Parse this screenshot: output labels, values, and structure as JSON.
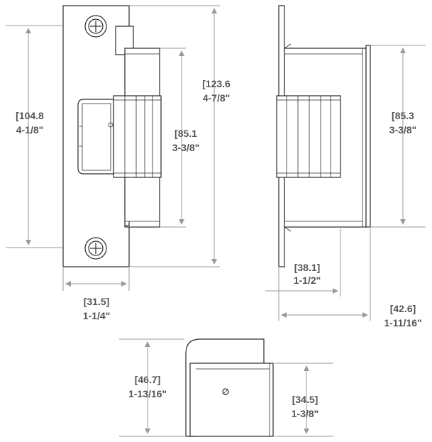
{
  "views": {
    "front": {
      "overall_height": {
        "mm": "[104.8",
        "in": "4-1/8\""
      },
      "plate_height": {
        "mm": "[123.6",
        "in": "4-7/8\""
      },
      "body_height": {
        "mm": "[85.1",
        "in": "3-3/8\""
      },
      "plate_width": {
        "mm": "[31.5]",
        "in": "1-1/4\""
      }
    },
    "side": {
      "body_height": {
        "mm": "[85.3",
        "in": "3-3/8\""
      },
      "depth": {
        "mm": "[38.1]",
        "in": "1-1/2\""
      },
      "overall_depth": {
        "mm": "[42.6]",
        "in": "1-11/16\""
      }
    },
    "top": {
      "overall": {
        "mm": "[46.7]",
        "in": "1-13/16\""
      },
      "body": {
        "mm": "[34.5]",
        "in": "1-3/8\""
      }
    }
  },
  "colors": {
    "line": "#2a2a2a",
    "dimension": "#9a9a9a",
    "label": "#555555"
  }
}
